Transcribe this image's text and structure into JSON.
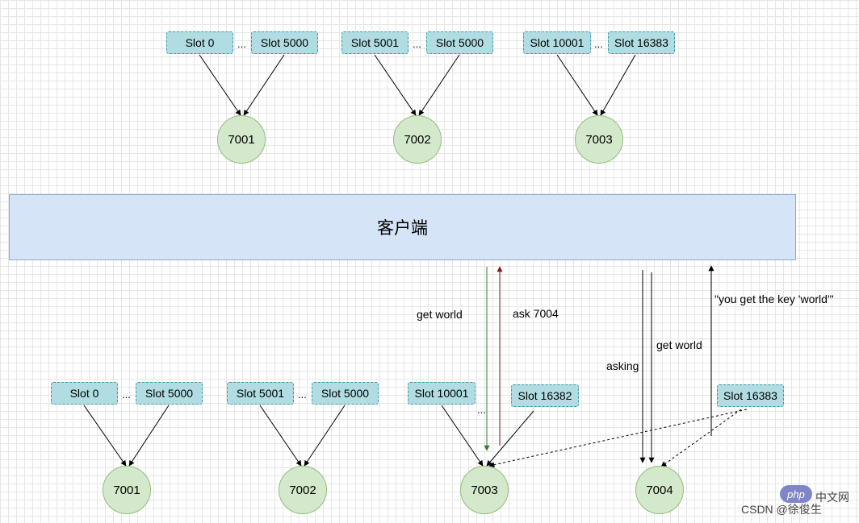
{
  "client": {
    "label": "客户端"
  },
  "top": {
    "groups": [
      {
        "slot_start": "Slot 0",
        "dots": "...",
        "slot_end": "Slot 5000",
        "node": "7001"
      },
      {
        "slot_start": "Slot 5001",
        "dots": "...",
        "slot_end": "Slot 5000",
        "node": "7002"
      },
      {
        "slot_start": "Slot 10001",
        "dots": "...",
        "slot_end": "Slot 16383",
        "node": "7003"
      }
    ]
  },
  "bottom": {
    "groups": [
      {
        "slot_start": "Slot 0",
        "dots": "...",
        "slot_end": "Slot 5000",
        "node": "7001"
      },
      {
        "slot_start": "Slot 5001",
        "dots": "...",
        "slot_end": "Slot 5000",
        "node": "7002"
      },
      {
        "slot_start": "Slot 10001",
        "dots": "...",
        "slot_end": "Slot 16382",
        "node": "7003"
      }
    ],
    "migrating_slot": "Slot 16383",
    "new_node": "7004"
  },
  "arrows": {
    "get_world_1": "get world",
    "ask": "ask 7004",
    "asking": "asking",
    "get_world_2": "get world",
    "response": "\"you get the key 'world'\""
  },
  "colors": {
    "slot_fill": "#b1dde2",
    "node_fill": "#d4e8cc",
    "client_fill": "#d6e4f7",
    "arrow_green": "#2e7d32",
    "arrow_red": "#8b1a1a"
  },
  "watermark": {
    "badge": "php",
    "site": "中文网",
    "text": "CSDN @徐俊生"
  }
}
